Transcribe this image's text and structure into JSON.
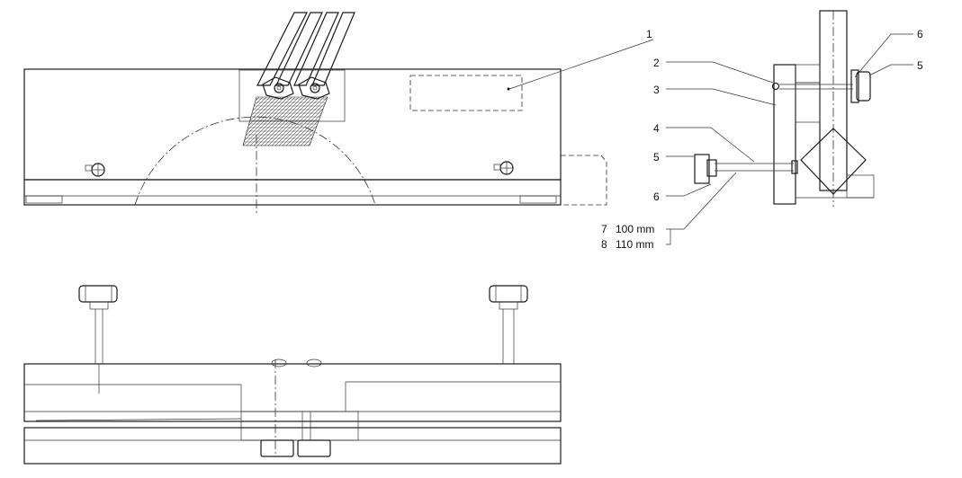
{
  "callouts": {
    "c1": "1",
    "c2": "2",
    "c3": "3",
    "c4": "4",
    "c5_right": "5",
    "c5_left": "5",
    "c6_right": "6",
    "c6_left": "6",
    "c7": "7",
    "c8": "8"
  },
  "dimensions": {
    "d7": "100 mm",
    "d8": "110 mm"
  }
}
